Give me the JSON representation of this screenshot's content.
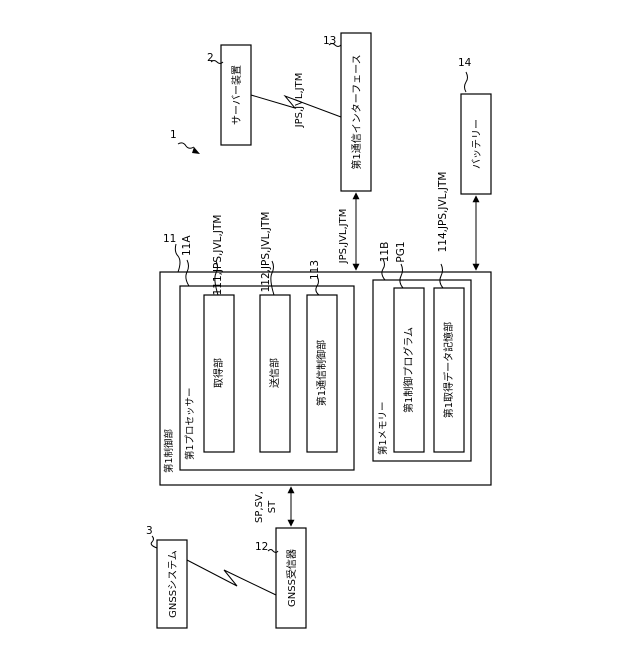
{
  "figure": {
    "system_ref": "1"
  },
  "server": {
    "ref": "2",
    "label": "サーバー装置"
  },
  "comm_interface": {
    "ref": "13",
    "label": "第1通信インターフェース",
    "signal": "JPS,JVL,JTM"
  },
  "battery": {
    "ref": "14",
    "label": "バッテリー"
  },
  "gnss_system": {
    "ref": "3",
    "label": "GNSSシステム"
  },
  "gnss_receiver": {
    "ref": "12",
    "label": "GNSS受信器",
    "signal_line1": "SP,SV,",
    "signal_line2": "ST"
  },
  "control_unit": {
    "ref": "11",
    "label": "第1制御部",
    "bus_signal": "JPS,JVL,JTM",
    "processor": {
      "ref": "11A",
      "label": "第1プロセッサー",
      "units": [
        {
          "ref": "111,JPS,JVL,JTM",
          "label": "取得部"
        },
        {
          "ref": "112,JPS,JVL,JTM",
          "label": "送信部"
        },
        {
          "ref": "113",
          "label": "第1通信制御部"
        }
      ]
    },
    "memory": {
      "ref": "11B",
      "label": "第1メモリー",
      "program": {
        "ref": "PG1",
        "label": "第1制御プログラム"
      },
      "storage": {
        "ref": "114,JPS,JVL,JTM",
        "label": "第1取得データ記憶部"
      }
    }
  }
}
